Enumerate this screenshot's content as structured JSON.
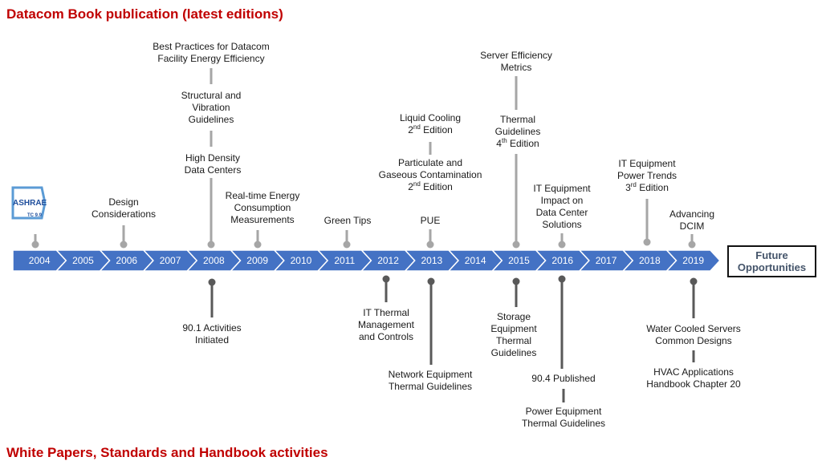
{
  "headings": {
    "top": "Datacom Book publication (latest editions)",
    "bottom": "White Papers, Standards and Handbook activities"
  },
  "logo": {
    "name": "ASHRAE",
    "sub": "TC 9.9"
  },
  "years": [
    "2004",
    "2005",
    "2006",
    "2007",
    "2008",
    "2009",
    "2010",
    "2011",
    "2012",
    "2013",
    "2014",
    "2015",
    "2016",
    "2017",
    "2018",
    "2019"
  ],
  "future": "Future\nOpportunities",
  "colors": {
    "arrow": "#4472c4",
    "stem_top": "#a6a6a6",
    "stem_bottom": "#595959",
    "heading": "#c00000"
  },
  "top_items": {
    "best_practices": "Best Practices for Datacom\nFacility Energy Efficiency",
    "structural": "Structural and\nVibration\nGuidelines",
    "high_density": "High Density\nData Centers",
    "design": "Design\nConsiderations",
    "realtime": "Real-time Energy\nConsumption\nMeasurements",
    "green_tips": "Green Tips",
    "liquid_cooling": {
      "title": "Liquid Cooling",
      "ed_num": "2",
      "ed_sup": "nd",
      "ed_word": " Edition"
    },
    "particulate": {
      "title": "Particulate and\nGaseous Contamination",
      "ed_num": "2",
      "ed_sup": "nd",
      "ed_word": " Edition"
    },
    "pue": "PUE",
    "server_efficiency": "Server Efficiency\nMetrics",
    "thermal": {
      "title": "Thermal\nGuidelines",
      "ed_num": "4",
      "ed_sup": "th",
      "ed_word": " Edition"
    },
    "it_impact": "IT Equipment\nImpact on\nData Center\nSolutions",
    "power_trends": {
      "title": "IT Equipment\nPower Trends",
      "ed_num": "3",
      "ed_sup": "rd",
      "ed_word": " Edition"
    },
    "dcim": "Advancing\nDCIM"
  },
  "bottom_items": {
    "activities_90_1": "90.1 Activities\nInitiated",
    "it_thermal_mgmt": "IT Thermal\nManagement\nand Controls",
    "network": "Network Equipment\nThermal Guidelines",
    "storage": "Storage\nEquipment\nThermal\nGuidelines",
    "published_90_4": "90.4 Published",
    "power_equipment": "Power Equipment\nThermal Guidelines",
    "water_cooled": "Water Cooled Servers\nCommon Designs",
    "hvac": "HVAC Applications\nHandbook Chapter 20"
  }
}
